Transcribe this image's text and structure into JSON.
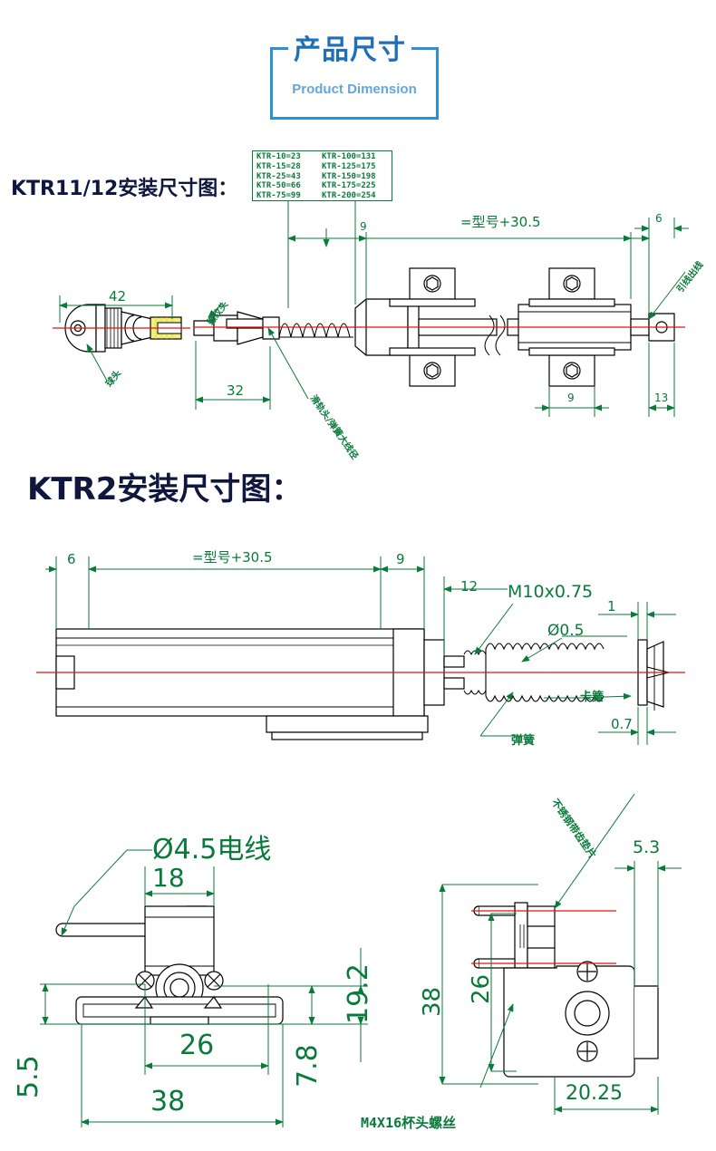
{
  "banner": {
    "title_cn": "产品尺寸",
    "title_en": "Product Dimension",
    "border_color": "#2f8fd0",
    "title_color": "#1f6fb8",
    "subtitle_color": "#63a6dd"
  },
  "colors": {
    "dimension_green": "#087a3a",
    "outline_black": "#000000",
    "centerline_red": "#e8120e",
    "title_navy": "#10173f",
    "brass_yellow": "#f2ef7a"
  },
  "sections": [
    {
      "id": "ktr11",
      "title": "KTR11/12安装尺寸图："
    },
    {
      "id": "ktr2",
      "title": "KTR2安装尺寸图："
    }
  ],
  "spec_table": {
    "col1": [
      "KTR-10=23",
      "KTR-15=28",
      "KTR-25=43",
      "KTR-50=66",
      "KTR-75=99"
    ],
    "col2": [
      "KTR-100=131",
      "KTR-125=175",
      "KTR-150=198",
      "KTR-175=225",
      "KTR-200=254"
    ]
  },
  "drawing_ktr11": {
    "dims": {
      "d42": "42",
      "d32": "32",
      "d9_left": "9",
      "stroke_plus": "=型号+30.5",
      "d6": "6",
      "d9_right": "9",
      "d13": "13"
    },
    "labels": {
      "ball_joint": "球头",
      "thread_left": "螺纹头",
      "spring_wire": "滑轨头/弹簧大线径",
      "right_lead": "引线出线"
    }
  },
  "drawing_ktr2": {
    "dims": {
      "d6": "6",
      "stroke_plus": "=型号+30.5",
      "d9": "9",
      "d12": "12",
      "d1": "1",
      "d07": "0.7",
      "thread": "M10x0.75",
      "wire_dia": "Ø0.5"
    },
    "labels": {
      "spring": "弹簧",
      "snap_ring": "卡簧"
    }
  },
  "drawing_bracket_front": {
    "dims": {
      "wire": "Ø4.5电线",
      "d18": "18",
      "d26": "26",
      "d38": "38",
      "d192": "19.2",
      "d78": "7.8",
      "d55": "5.5"
    }
  },
  "drawing_bracket_side": {
    "dims": {
      "d38": "38",
      "d26": "26",
      "d53": "5.3",
      "d2025": "20.25"
    },
    "labels": {
      "washer": "不锈钢带齿垫片",
      "screw": "M4X16杯头螺丝"
    }
  }
}
